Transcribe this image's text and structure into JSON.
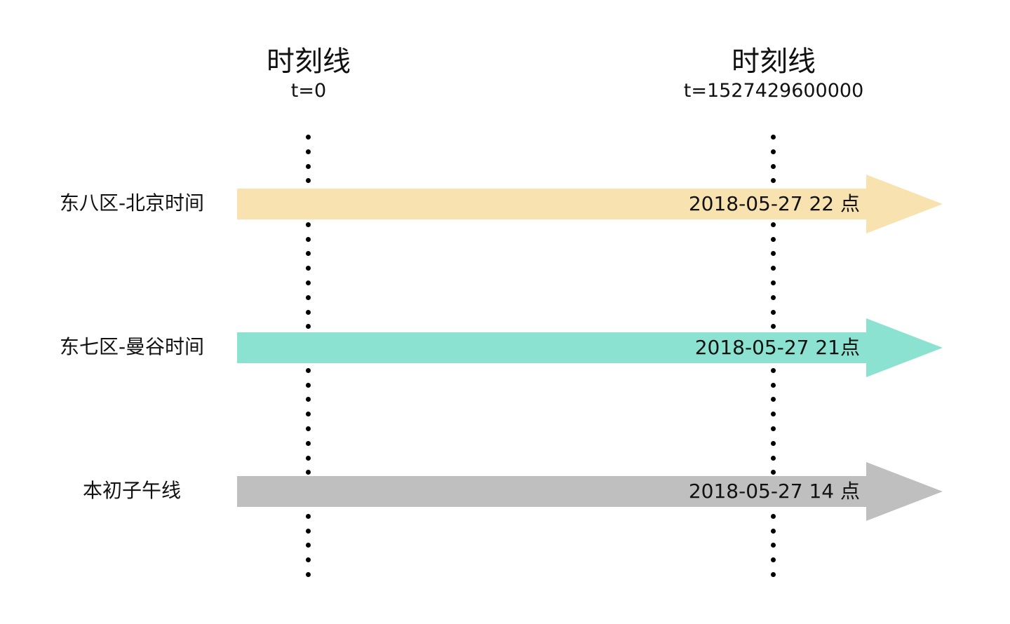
{
  "columns": [
    {
      "title": "时刻线",
      "timestamp": "t=0"
    },
    {
      "title": "时刻线",
      "timestamp": "t=1527429600000"
    }
  ],
  "rows": [
    {
      "label": "东八区-北京时间",
      "time": "2018-05-27 22 点",
      "color": "#f8e3b0"
    },
    {
      "label": "东七区-曼谷时间",
      "time": "2018-05-27 21点",
      "color": "#8ce2d0"
    },
    {
      "label": "本初子午线",
      "time": "2018-05-27 14 点",
      "color": "#bfbfbf"
    }
  ]
}
